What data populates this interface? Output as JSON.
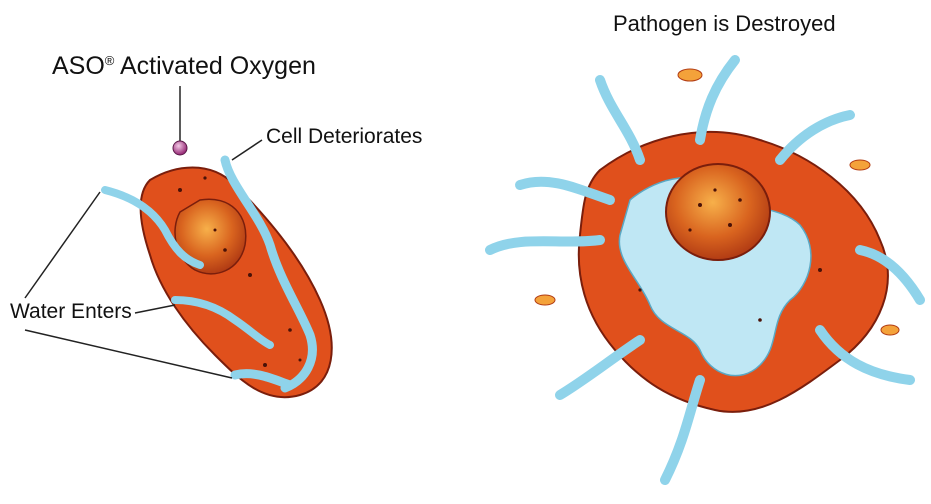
{
  "labels": {
    "activated_oxygen_prefix": "ASO",
    "activated_oxygen_mark": "®",
    "activated_oxygen_suffix": " Activated Oxygen",
    "cell_deteriorates": "Cell Deteriorates",
    "water_enters": "Water Enters",
    "pathogen_destroyed": "Pathogen is Destroyed"
  },
  "colors": {
    "cell_orange": "#e0501c",
    "cell_dark": "#b8321a",
    "nucleus": "#d9641f",
    "nucleus_light": "#f4a23a",
    "water_blue": "#8fd3ea",
    "water_light": "#dff3fa",
    "oxygen": "#b03a8a"
  }
}
